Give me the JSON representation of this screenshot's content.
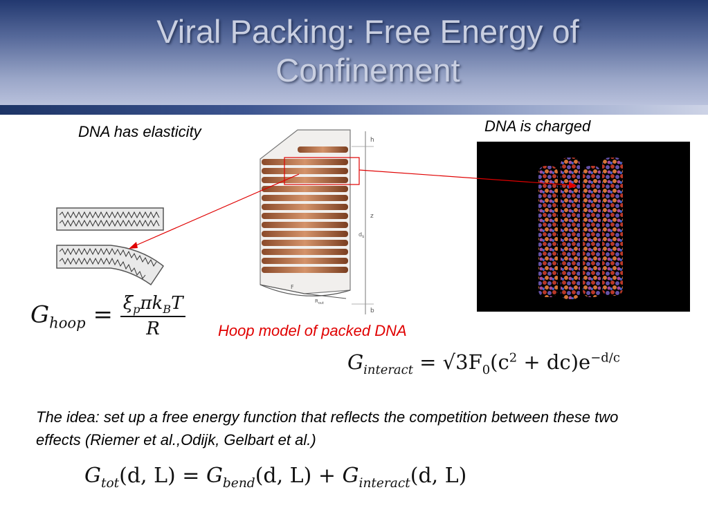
{
  "slide": {
    "title_line1": "Viral Packing: Free Energy of",
    "title_line2": "Confinement",
    "label_elasticity": "DNA has elasticity",
    "label_charged": "DNA is charged",
    "label_hoop_model": "Hoop model of packed DNA",
    "idea_text": "The idea: set up a free energy function that reflects the competition between these two effects (Riemer et al.,Odijk, Gelbart et al.)",
    "colors": {
      "title": "#c9cfe1",
      "accent_red": "#e00000",
      "header_dark": "#22386f"
    }
  },
  "equations": {
    "hoop": {
      "lhs_G": "G",
      "lhs_sub": "hoop",
      "eq": "=",
      "num": "ξ",
      "num_sub": "p",
      "num_rest": "πk",
      "num_sub2": "B",
      "num_T": "T",
      "den": "R"
    },
    "interact": {
      "lhs_G": "G",
      "lhs_sub": "interact",
      "rest1": " = √3F",
      "sub0": "0",
      "rest2": "(c",
      "sup2": "2",
      "rest3": " + dc)e",
      "sup_exp": "−d/c"
    },
    "total": {
      "G1": "G",
      "sub1": "tot",
      "args1": "(d, L)",
      "eq": " = ",
      "G2": "G",
      "sub2": "bend",
      "args2": "(d, L)",
      "plus": " + ",
      "G3": "G",
      "sub3": "interact",
      "args3": "(d, L)"
    }
  },
  "figure_labels": {
    "h": "h",
    "z": "z",
    "ds": "d",
    "ds_sub": "s",
    "F": "F",
    "Rout": "R",
    "Rout_sub": "out",
    "b": "b"
  }
}
